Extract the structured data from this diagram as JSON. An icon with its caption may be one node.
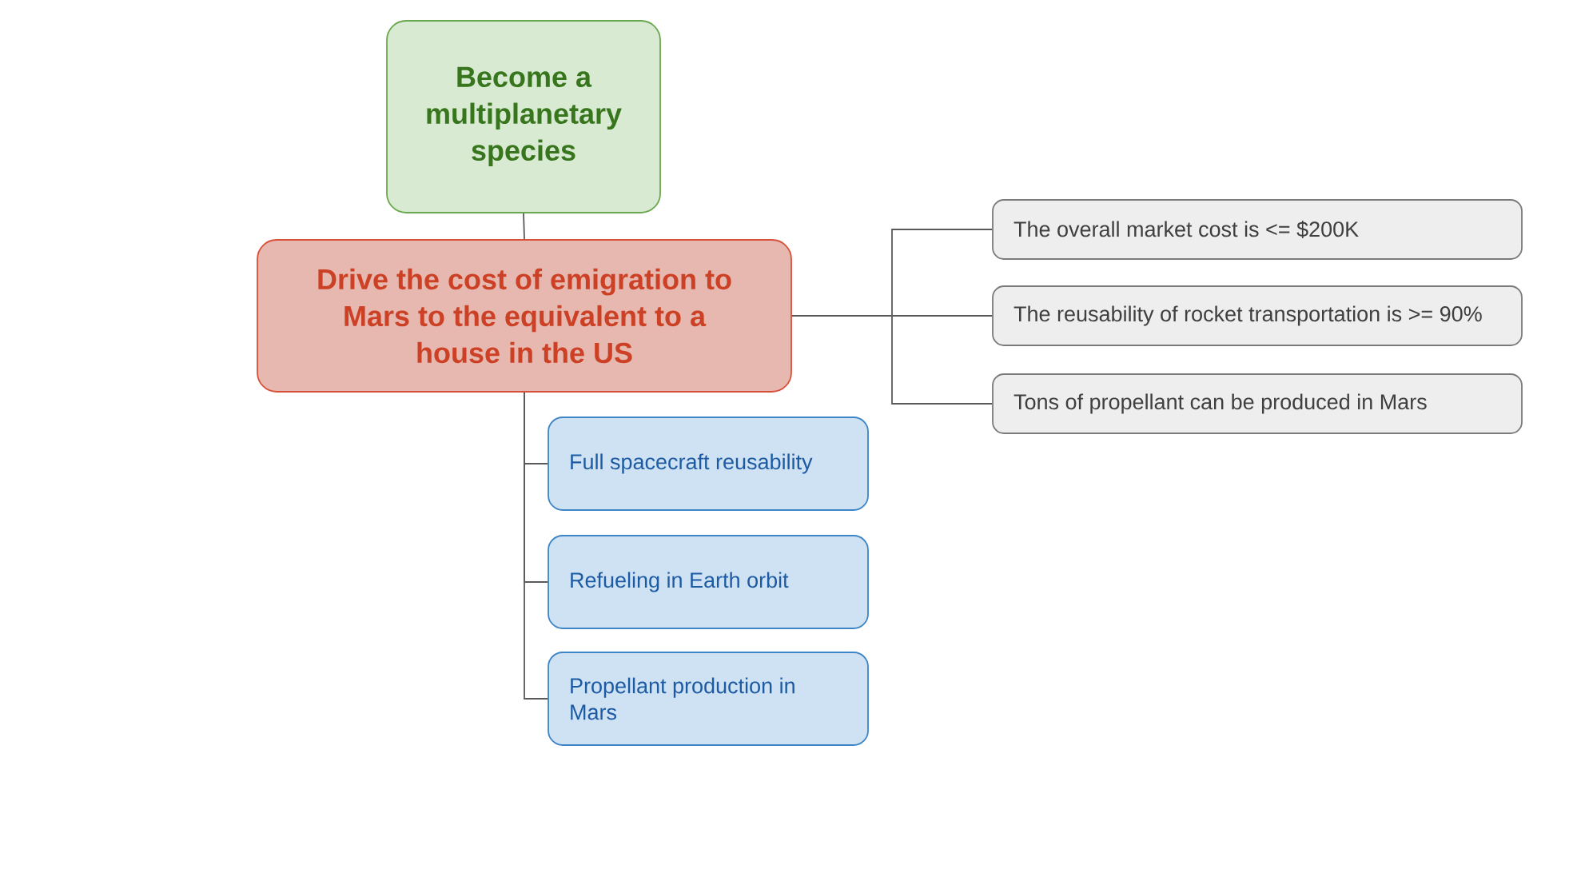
{
  "diagram": {
    "nodes": [
      {
        "text": [
          "Become a multiplanetary species"
        ]
      },
      {
        "text": [
          "Drive the cost of emigration to Mars to the equivalent to a house in the US"
        ]
      },
      {
        "text": [
          "The overall market cost is <= $200K"
        ]
      },
      {
        "text": [
          "The reusability of rocket transportation is >= 90%"
        ]
      },
      {
        "text": [
          "Tons of propellant can be produced in Mars"
        ]
      },
      {
        "text": [
          "Full spacecraft reusability"
        ]
      },
      {
        "text": [
          "Refueling in Earth orbit"
        ]
      },
      {
        "text": [
          "Propellant production in Mars"
        ]
      }
    ],
    "edges": [
      {
        "from": 0,
        "to": 1,
        "arrow": "none"
      },
      {
        "from": 1,
        "to": 2,
        "arrow": "none"
      },
      {
        "from": 1,
        "to": 3,
        "arrow": "none"
      },
      {
        "from": 1,
        "to": 4,
        "arrow": "none"
      },
      {
        "from": 1,
        "to": 5,
        "arrow": "none"
      },
      {
        "from": 1,
        "to": 6,
        "arrow": "none"
      },
      {
        "from": 1,
        "to": 7,
        "arrow": "none"
      }
    ]
  }
}
